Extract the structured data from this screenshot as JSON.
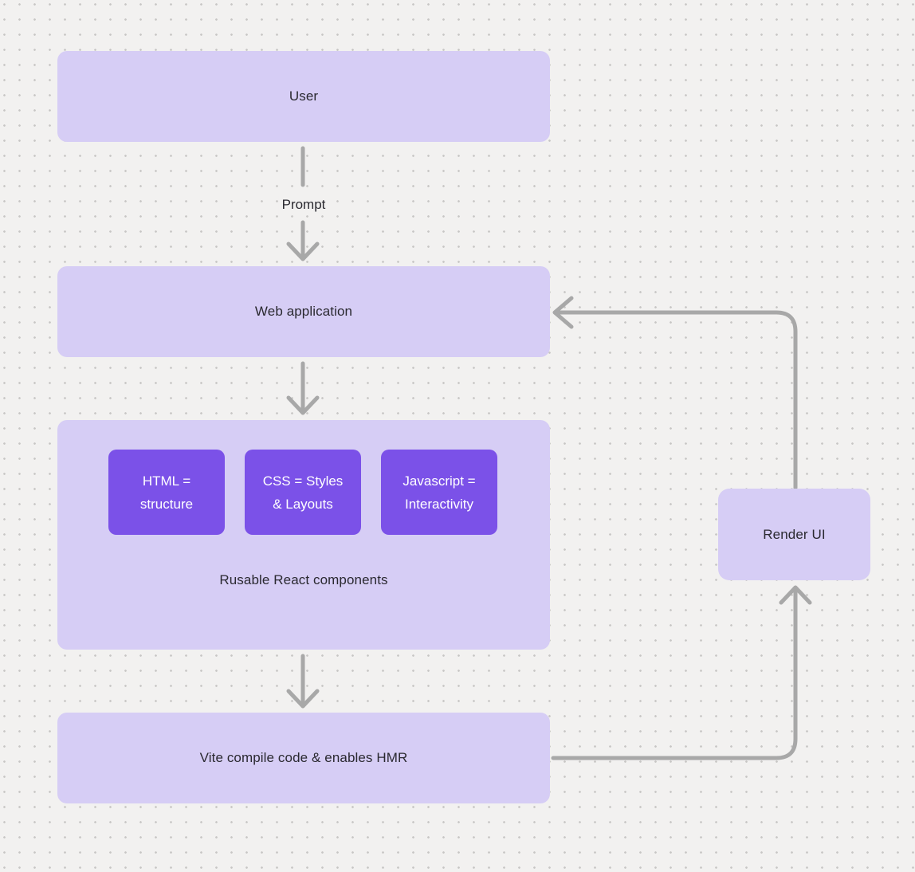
{
  "diagram": {
    "nodes": {
      "user": "User",
      "web_application": "Web application",
      "components_caption": "Rusable React components",
      "component_items": [
        {
          "line1": "HTML =",
          "line2": "structure"
        },
        {
          "line1": "CSS = Styles",
          "line2": "& Layouts"
        },
        {
          "line1": "Javascript =",
          "line2": "Interactivity"
        }
      ],
      "vite": "Vite compile code & enables HMR",
      "render_ui": "Render UI"
    },
    "edge_labels": {
      "prompt": "Prompt"
    },
    "colors": {
      "background": "#f2f1f0",
      "dot": "#c7c6c5",
      "node_fill": "#d6cdf5",
      "component_fill": "#7b51e8",
      "arrow": "#a8a8a8",
      "text_dark": "#2a2930",
      "text_light": "#ffffff"
    }
  }
}
